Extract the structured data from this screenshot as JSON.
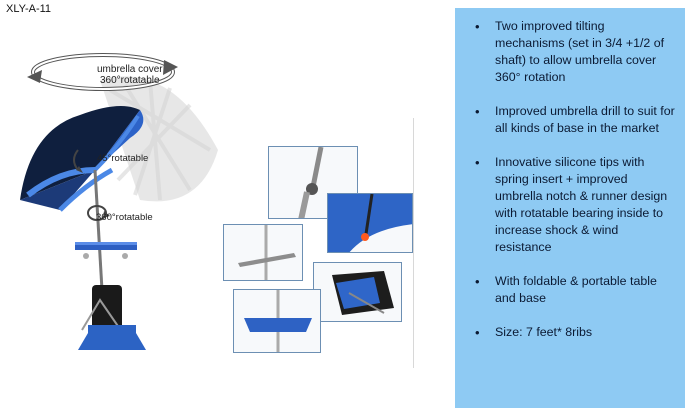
{
  "model_code": "XLY-A-11",
  "labels": {
    "cover_line1": "umbrella cover",
    "cover_line2": "360°rotatable",
    "tilt_45": "45°rotatable",
    "pole_360": "360°rotatable"
  },
  "features": [
    "Two improved tilting mechanisms (set in 3/4 +1/2 of shaft)  to allow umbrella cover 360°  rotation",
    "Improved umbrella drill to suit for all  kinds of base in the market",
    "Innovative silicone tips with spring insert + improved umbrella notch & runner design with rotatable bearing inside to increase shock & wind resistance",
    "With foldable & portable table and base",
    "Size: 7 feet* 8ribs"
  ],
  "colors": {
    "panel": "#8ecaf3",
    "umbrella_dark": "#0f1f3e",
    "umbrella_blue": "#2d63c8",
    "photo_border": "#6c8fb3"
  }
}
